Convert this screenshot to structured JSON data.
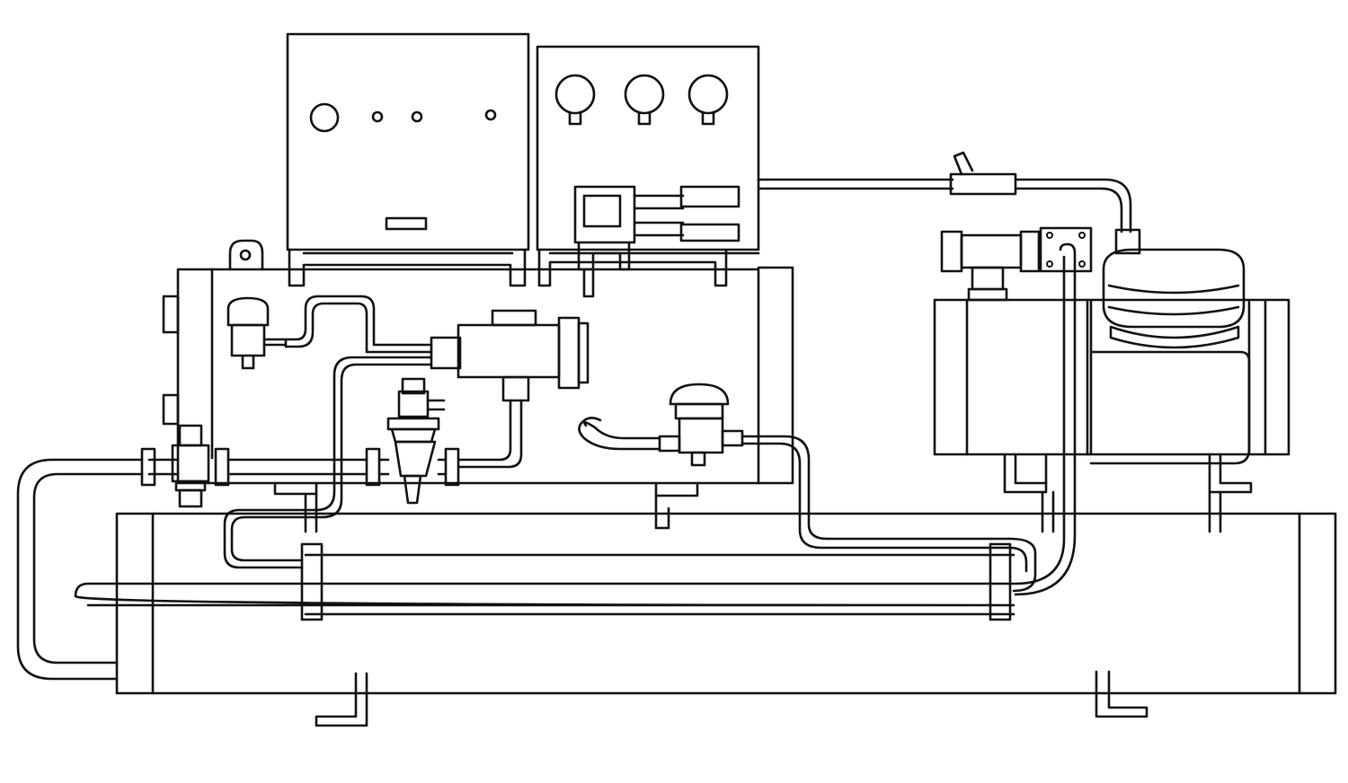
{
  "drawing": {
    "background": "#ffffff",
    "ink": "#111111"
  },
  "components": {
    "control_box": "control-box",
    "gauge_panel": "gauge-panel",
    "gauges": [
      "gauge",
      "gauge",
      "gauge"
    ],
    "motor_housing": "motor-housing",
    "compressor": "compressor",
    "receiver_tank": "receiver-tank",
    "condenser_shell": "condenser-shell"
  }
}
